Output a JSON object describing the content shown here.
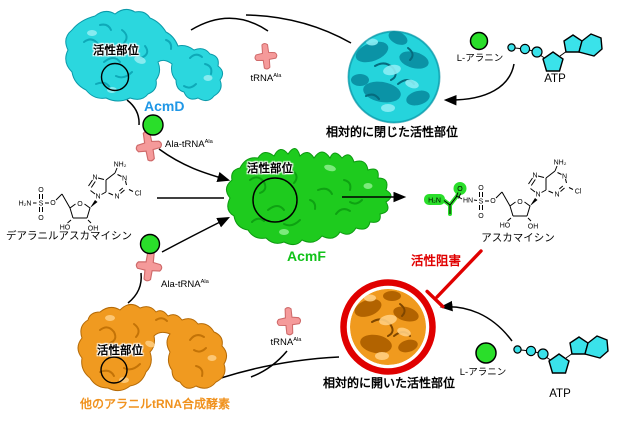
{
  "figure": {
    "acmd": {
      "label": "AcmD",
      "active_site_label": "活性部位"
    },
    "acmf": {
      "label": "AcmF",
      "active_site_label": "活性部位"
    },
    "other_synthetase": {
      "label": "他のアラニルtRNA合成酵素",
      "active_site_label": "活性部位"
    },
    "top_cycle": {
      "trna": {
        "base": "tRNA",
        "sup": "Ala"
      },
      "ala_trna": {
        "base": "Ala-tRNA",
        "sup": "Ala"
      },
      "closed_site_caption": "相対的に閉じた活性部位",
      "alanine_label": "L-アラニン",
      "atp_label": "ATP"
    },
    "bottom_cycle": {
      "trna": {
        "base": "tRNA",
        "sup": "Ala"
      },
      "ala_trna": {
        "base": "Ala-tRNA",
        "sup": "Ala"
      },
      "open_site_caption": "相対的に開いた活性部位",
      "alanine_label": "L-アラニン",
      "atp_label": "ATP",
      "inhibition_label": "活性阻害"
    },
    "substrate_label": "デアラニルアスカマイシン",
    "product_label": "アスカマイシン"
  },
  "atoms": {
    "h2n": "H₂N",
    "nh2": "NH₂",
    "s": "S",
    "o": "O",
    "ho": "HO",
    "oh": "OH",
    "n": "N",
    "cl": "Cl",
    "hn": "HN"
  },
  "colors": {
    "acmd_protein": "#2bd7de",
    "acmf_protein": "#1ecb1e",
    "synthetase_protein": "#f09a20",
    "trna_pink": "#f59a9a",
    "alanine_green": "#2ade2a",
    "atp_cyan": "#3ae2ea",
    "inhibition_red": "#e00000",
    "acmd_label_color": "#1f97e6",
    "acmf_label_color": "#12c21a",
    "synthetase_label_color": "#f0921e"
  }
}
